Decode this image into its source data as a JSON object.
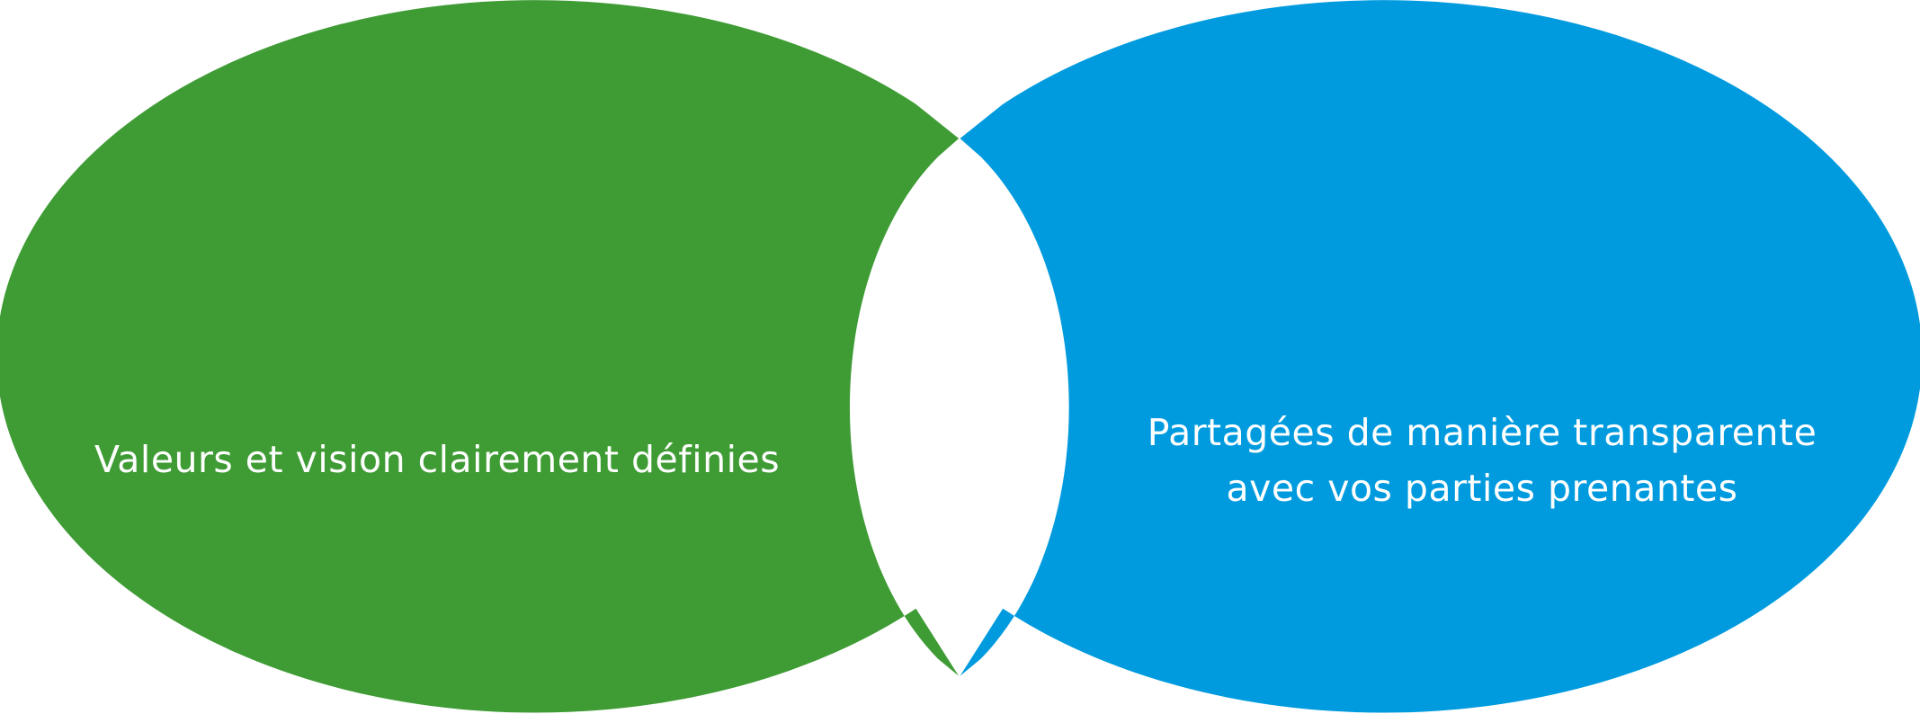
{
  "diagram": {
    "type": "venn",
    "left_circle": {
      "text": "Valeurs et vision clairement définies",
      "color": "#3f9c35"
    },
    "right_circle": {
      "lines": [
        "Partagées de manière transparente",
        "avec vos parties prenantes"
      ],
      "color": "#009bde"
    },
    "intersection_color": "#ffffff"
  }
}
